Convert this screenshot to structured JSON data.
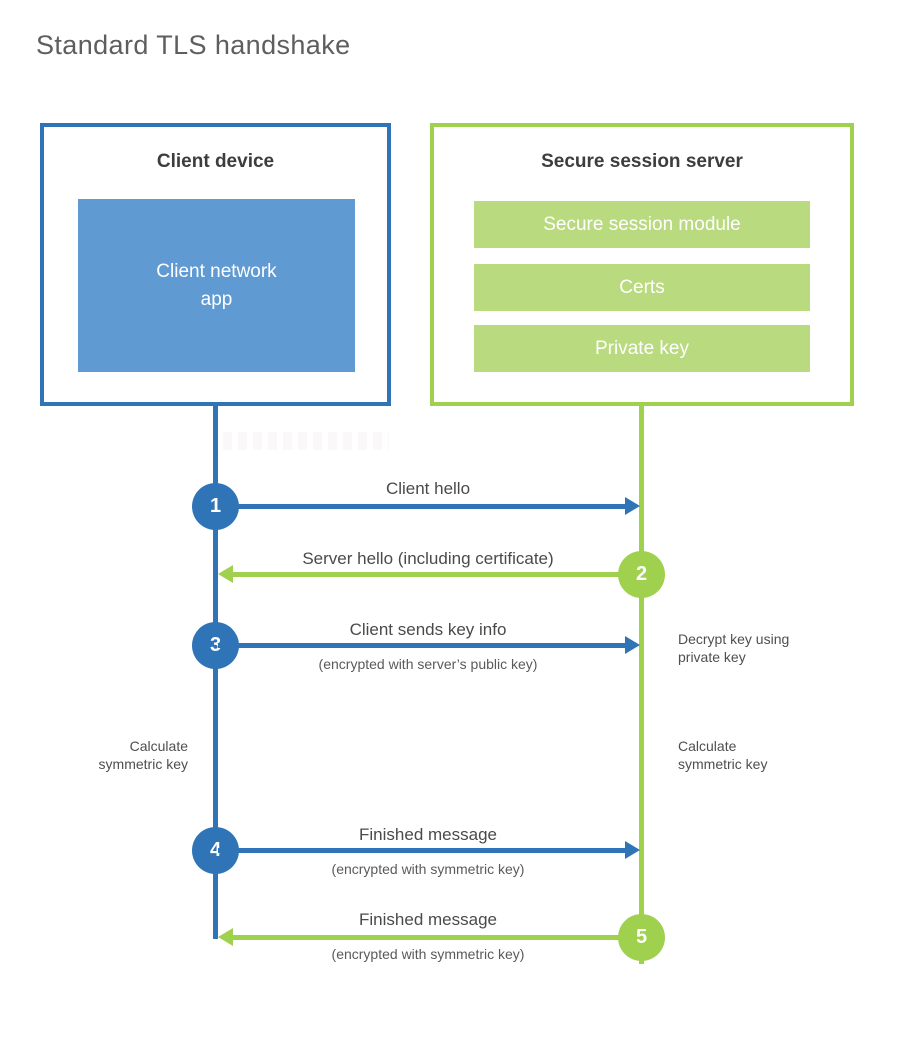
{
  "title": "Standard TLS handshake",
  "client": {
    "title": "Client device",
    "app_label": "Client network\napp"
  },
  "server": {
    "title": "Secure session server",
    "modules": [
      "Secure session module",
      "Certs",
      "Private key"
    ]
  },
  "steps": [
    {
      "num": "1",
      "label": "Client hello",
      "sublabel": "",
      "from": "client",
      "to": "server"
    },
    {
      "num": "2",
      "label": "Server hello (including certificate)",
      "sublabel": "",
      "from": "server",
      "to": "client"
    },
    {
      "num": "3",
      "label": "Client sends key info",
      "sublabel": "(encrypted with server’s public key)",
      "from": "client",
      "to": "server"
    },
    {
      "num": "4",
      "label": "Finished message",
      "sublabel": "(encrypted with symmetric key)",
      "from": "client",
      "to": "server"
    },
    {
      "num": "5",
      "label": "Finished message",
      "sublabel": "(encrypted with symmetric key)",
      "from": "server",
      "to": "client"
    }
  ],
  "notes": {
    "decrypt": "Decrypt key using\nprivate key",
    "calculate_left": "Calculate\nsymmetric key",
    "calculate_right": "Calculate\nsymmetric key"
  },
  "colors": {
    "blue": "#2e74b6",
    "blue_light": "#5f9ad3",
    "green": "#9fd14f",
    "green_light": "#b9da7f"
  }
}
